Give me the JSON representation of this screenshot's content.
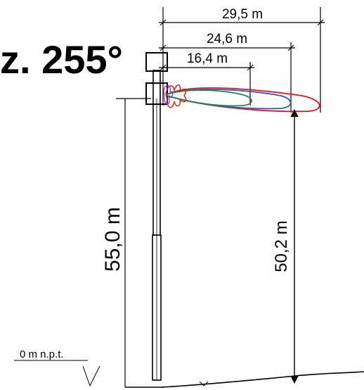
{
  "title": "z. 255°",
  "dimensions": {
    "range_outer": "29,5 m",
    "range_middle": "24,6 m",
    "range_inner": "16,4 m",
    "mast_height": "55,0 m",
    "clearance": "50,2 m"
  },
  "ground_level": "0 m n.p.t.",
  "colors": {
    "outer_lobe": "#e3161b",
    "middle_lobe": "#2f55d4",
    "inner_lobe": "#1f8a3c",
    "accent": "#8a2be2"
  }
}
